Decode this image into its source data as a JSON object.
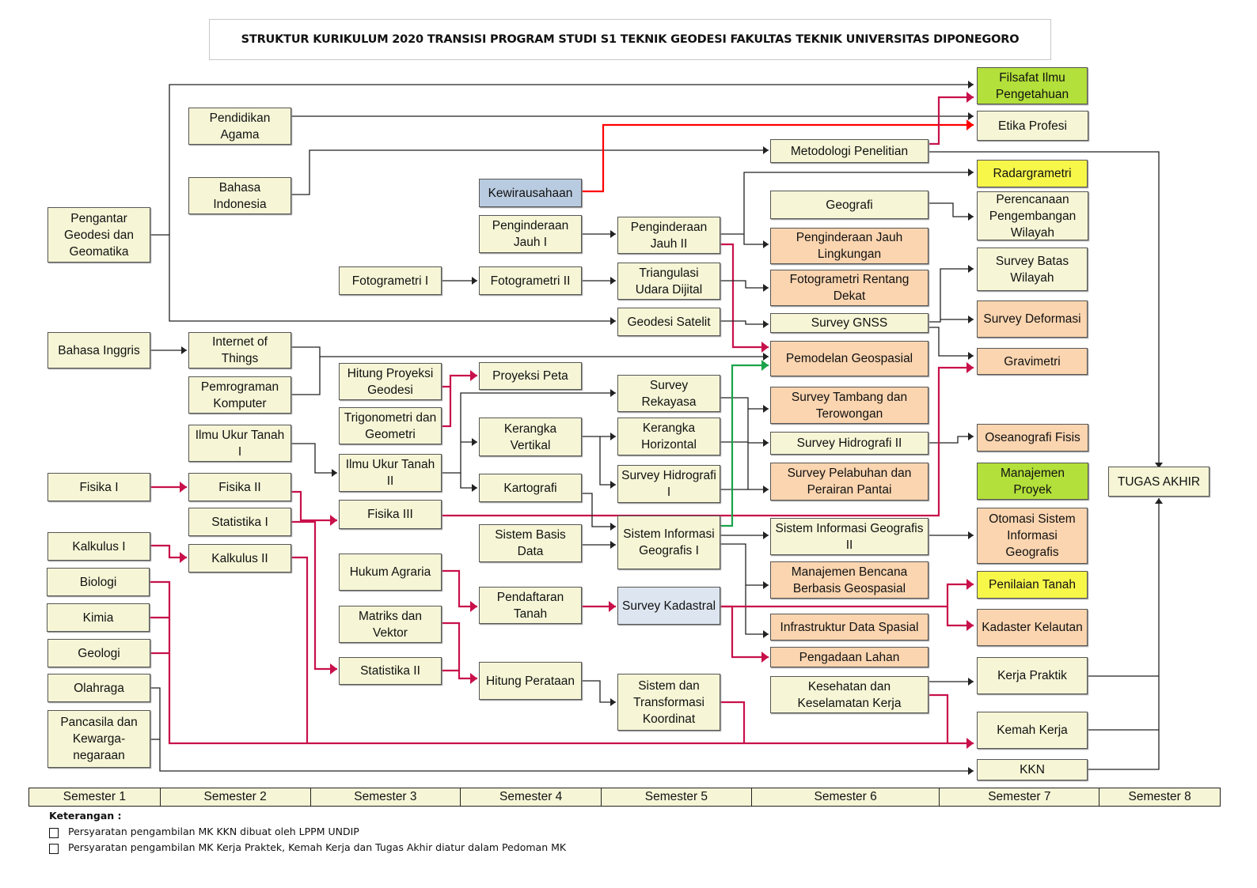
{
  "title": "STRUKTUR KURIKULUM 2020 TRANSISI PROGRAM STUDI S1 TEKNIK GEODESI FAKULTAS TEKNIK UNIVERSITAS DIPONEGORO",
  "colors": {
    "standard": "#f6f6d7",
    "elective_orange": "#fbd5b0",
    "lime": "#b3e03a",
    "yellow": "#f7f74a",
    "blue": "#b9cbe0",
    "light_blue": "#dde6f0",
    "wire_black": "#222222",
    "wire_crimson": "#c8104a",
    "wire_red": "#ff0000",
    "wire_green": "#1aa34a"
  },
  "courses": [
    {
      "id": "pgg",
      "label": "Pengantar Geodesi dan Geomatika",
      "color": "standard",
      "semester": 1
    },
    {
      "id": "bing",
      "label": "Bahasa Inggris",
      "color": "standard",
      "semester": 1
    },
    {
      "id": "fis1",
      "label": "Fisika I",
      "color": "standard",
      "semester": 1
    },
    {
      "id": "kal1",
      "label": "Kalkulus I",
      "color": "standard",
      "semester": 1
    },
    {
      "id": "bio",
      "label": "Biologi",
      "color": "standard",
      "semester": 1
    },
    {
      "id": "kim",
      "label": "Kimia",
      "color": "standard",
      "semester": 1
    },
    {
      "id": "geol",
      "label": "Geologi",
      "color": "standard",
      "semester": 1
    },
    {
      "id": "olah",
      "label": "Olahraga",
      "color": "standard",
      "semester": 1
    },
    {
      "id": "panc",
      "label": "Pancasila dan Kewarga-negaraan",
      "color": "standard",
      "semester": 1
    },
    {
      "id": "agama",
      "label": "Pendidikan Agama",
      "color": "standard",
      "semester": 2
    },
    {
      "id": "bind",
      "label": "Bahasa Indonesia",
      "color": "standard",
      "semester": 2
    },
    {
      "id": "iot",
      "label": "Internet of Things",
      "color": "standard",
      "semester": 2
    },
    {
      "id": "pkom",
      "label": "Pemrograman Komputer",
      "color": "standard",
      "semester": 2
    },
    {
      "id": "iut1",
      "label": "Ilmu Ukur Tanah I",
      "color": "standard",
      "semester": 2
    },
    {
      "id": "fis2",
      "label": "Fisika II",
      "color": "standard",
      "semester": 2
    },
    {
      "id": "stat1",
      "label": "Statistika I",
      "color": "standard",
      "semester": 2
    },
    {
      "id": "kal2",
      "label": "Kalkulus II",
      "color": "standard",
      "semester": 2
    },
    {
      "id": "foto1",
      "label": "Fotogrametri I",
      "color": "standard",
      "semester": 3
    },
    {
      "id": "hpg",
      "label": "Hitung Proyeksi Geodesi",
      "color": "standard",
      "semester": 3
    },
    {
      "id": "trig",
      "label": "Trigonometri dan Geometri",
      "color": "standard",
      "semester": 3
    },
    {
      "id": "iut2",
      "label": "Ilmu Ukur Tanah II",
      "color": "standard",
      "semester": 3
    },
    {
      "id": "fis3",
      "label": "Fisika III",
      "color": "standard",
      "semester": 3
    },
    {
      "id": "hagr",
      "label": "Hukum Agraria",
      "color": "standard",
      "semester": 3
    },
    {
      "id": "matv",
      "label": "Matriks dan Vektor",
      "color": "standard",
      "semester": 3
    },
    {
      "id": "stat2",
      "label": "Statistika II",
      "color": "standard",
      "semester": 3
    },
    {
      "id": "kwu",
      "label": "Kewirausahaan",
      "color": "blue",
      "semester": 4
    },
    {
      "id": "pj1",
      "label": "Penginderaan Jauh I",
      "color": "standard",
      "semester": 4
    },
    {
      "id": "foto2",
      "label": "Fotogrametri II",
      "color": "standard",
      "semester": 4
    },
    {
      "id": "propeta",
      "label": "Proyeksi Peta",
      "color": "standard",
      "semester": 4
    },
    {
      "id": "kvert",
      "label": "Kerangka Vertikal",
      "color": "standard",
      "semester": 4
    },
    {
      "id": "karto",
      "label": "Kartografi",
      "color": "standard",
      "semester": 4
    },
    {
      "id": "sbd",
      "label": "Sistem Basis Data",
      "color": "standard",
      "semester": 4
    },
    {
      "id": "pdft",
      "label": "Pendaftaran Tanah",
      "color": "standard",
      "semester": 4
    },
    {
      "id": "hper",
      "label": "Hitung Perataan",
      "color": "standard",
      "semester": 4
    },
    {
      "id": "pj2",
      "label": "Penginderaan Jauh II",
      "color": "standard",
      "semester": 5
    },
    {
      "id": "tud",
      "label": "Triangulasi Udara Dijital",
      "color": "standard",
      "semester": 5
    },
    {
      "id": "gsat",
      "label": "Geodesi Satelit",
      "color": "standard",
      "semester": 5
    },
    {
      "id": "srek",
      "label": "Survey Rekayasa",
      "color": "standard",
      "semester": 5
    },
    {
      "id": "khor",
      "label": "Kerangka Horizontal",
      "color": "standard",
      "semester": 5
    },
    {
      "id": "shid1",
      "label": "Survey Hidrografi I",
      "color": "standard",
      "semester": 5
    },
    {
      "id": "sig1",
      "label": "Sistem Informasi Geografis I",
      "color": "standard",
      "semester": 5
    },
    {
      "id": "skad",
      "label": "Survey Kadastral",
      "color": "light_blue",
      "semester": 5
    },
    {
      "id": "stk",
      "label": "Sistem dan Transformasi Koordinat",
      "color": "standard",
      "semester": 5
    },
    {
      "id": "metpen",
      "label": "Metodologi Penelitian",
      "color": "standard",
      "semester": 6
    },
    {
      "id": "geog",
      "label": "Geografi",
      "color": "standard",
      "semester": 6
    },
    {
      "id": "pjl",
      "label": "Penginderaan Jauh Lingkungan",
      "color": "elective_orange",
      "semester": 6
    },
    {
      "id": "frd",
      "label": "Fotogrametri Rentang Dekat",
      "color": "elective_orange",
      "semester": 6
    },
    {
      "id": "sgnss",
      "label": "Survey GNSS",
      "color": "standard",
      "semester": 6
    },
    {
      "id": "pgeo",
      "label": "Pemodelan Geospasial",
      "color": "elective_orange",
      "semester": 6
    },
    {
      "id": "stt",
      "label": "Survey Tambang dan Terowongan",
      "color": "elective_orange",
      "semester": 6
    },
    {
      "id": "shid2",
      "label": "Survey Hidrografi II",
      "color": "standard",
      "semester": 6
    },
    {
      "id": "spp",
      "label": "Survey Pelabuhan dan Perairan Pantai",
      "color": "elective_orange",
      "semester": 6
    },
    {
      "id": "sig2",
      "label": "Sistem Informasi Geografis II",
      "color": "standard",
      "semester": 6
    },
    {
      "id": "mbbg",
      "label": "Manajemen Bencana Berbasis Geospasial",
      "color": "elective_orange",
      "semester": 6
    },
    {
      "id": "ids",
      "label": "Infrastruktur Data Spasial",
      "color": "elective_orange",
      "semester": 6
    },
    {
      "id": "plahan",
      "label": "Pengadaan Lahan",
      "color": "elective_orange",
      "semester": 6
    },
    {
      "id": "k3",
      "label": "Kesehatan dan Keselamatan Kerja",
      "color": "standard",
      "semester": 6
    },
    {
      "id": "fip",
      "label": "Filsafat Ilmu Pengetahuan",
      "color": "lime",
      "semester": 7
    },
    {
      "id": "etika",
      "label": "Etika Profesi",
      "color": "standard",
      "semester": 7
    },
    {
      "id": "radar",
      "label": "Radargrametri",
      "color": "yellow",
      "semester": 7
    },
    {
      "id": "ppw",
      "label": "Perencanaan Pengembangan Wilayah",
      "color": "standard",
      "semester": 7
    },
    {
      "id": "sbw",
      "label": "Survey Batas Wilayah",
      "color": "standard",
      "semester": 7
    },
    {
      "id": "sdef",
      "label": "Survey Deformasi",
      "color": "elective_orange",
      "semester": 7
    },
    {
      "id": "grav",
      "label": "Gravimetri",
      "color": "elective_orange",
      "semester": 7
    },
    {
      "id": "oseano",
      "label": "Oseanografi Fisis",
      "color": "elective_orange",
      "semester": 7
    },
    {
      "id": "manpro",
      "label": "Manajemen Proyek",
      "color": "lime",
      "semester": 7
    },
    {
      "id": "osig",
      "label": "Otomasi Sistem Informasi Geografis",
      "color": "elective_orange",
      "semester": 7
    },
    {
      "id": "pnt",
      "label": "Penilaian Tanah",
      "color": "yellow",
      "semester": 7
    },
    {
      "id": "kadkel",
      "label": "Kadaster Kelautan",
      "color": "elective_orange",
      "semester": 7
    },
    {
      "id": "kp",
      "label": "Kerja Praktik",
      "color": "standard",
      "semester": 7
    },
    {
      "id": "kk",
      "label": "Kemah Kerja",
      "color": "standard",
      "semester": 7
    },
    {
      "id": "kkn",
      "label": "KKN",
      "color": "standard",
      "semester": 7
    },
    {
      "id": "ta",
      "label": "TUGAS AKHIR",
      "color": "standard",
      "semester": 8
    }
  ],
  "semesters": [
    "Semester 1",
    "Semester 2",
    "Semester 3",
    "Semester 4",
    "Semester 5",
    "Semester 6",
    "Semester 7",
    "Semester 8"
  ],
  "legend": {
    "title": "Keterangan :",
    "items": [
      "Persyaratan pengambilan MK KKN dibuat oleh LPPM UNDIP",
      "Persyaratan pengambilan MK Kerja Praktek, Kemah Kerja dan Tugas Akhir diatur dalam Pedoman MK"
    ]
  },
  "prerequisites": [
    {
      "from": "pgg",
      "to": "fip",
      "type": "black"
    },
    {
      "from": "pgg",
      "to": "gsat",
      "type": "black"
    },
    {
      "from": "agama",
      "to": "etika",
      "type": "black"
    },
    {
      "from": "bind",
      "to": "metpen",
      "type": "black"
    },
    {
      "from": "kwu",
      "to": "etika",
      "type": "red"
    },
    {
      "from": "metpen",
      "to": "fip",
      "type": "crimson"
    },
    {
      "from": "metpen",
      "to": "ta",
      "type": "black"
    },
    {
      "from": "pj1",
      "to": "pj2",
      "type": "black"
    },
    {
      "from": "pj2",
      "to": "radar",
      "type": "black"
    },
    {
      "from": "pj2",
      "to": "pjl",
      "type": "black"
    },
    {
      "from": "pj2",
      "to": "pgeo",
      "type": "crimson"
    },
    {
      "from": "geog",
      "to": "ppw",
      "type": "black"
    },
    {
      "from": "foto1",
      "to": "foto2",
      "type": "black"
    },
    {
      "from": "foto2",
      "to": "tud",
      "type": "black"
    },
    {
      "from": "tud",
      "to": "frd",
      "type": "black"
    },
    {
      "from": "gsat",
      "to": "sgnss",
      "type": "black"
    },
    {
      "from": "sgnss",
      "to": "sbw",
      "type": "black"
    },
    {
      "from": "sgnss",
      "to": "sdef",
      "type": "black"
    },
    {
      "from": "sgnss",
      "to": "grav",
      "type": "black"
    },
    {
      "from": "bing",
      "to": "iot",
      "type": "black"
    },
    {
      "from": "iot",
      "to": "pgeo",
      "type": "black"
    },
    {
      "from": "pkom",
      "to": "pgeo",
      "type": "black"
    },
    {
      "from": "hpg",
      "to": "propeta",
      "type": "crimson"
    },
    {
      "from": "trig",
      "to": "propeta",
      "type": "crimson"
    },
    {
      "from": "iut1",
      "to": "iut2",
      "type": "black"
    },
    {
      "from": "iut2",
      "to": "srek",
      "type": "black"
    },
    {
      "from": "iut2",
      "to": "kvert",
      "type": "black"
    },
    {
      "from": "iut2",
      "to": "karto",
      "type": "black"
    },
    {
      "from": "kvert",
      "to": "khor",
      "type": "black"
    },
    {
      "from": "kvert",
      "to": "shid1",
      "type": "black"
    },
    {
      "from": "srek",
      "to": "stt",
      "type": "black"
    },
    {
      "from": "khor",
      "to": "stt",
      "type": "black"
    },
    {
      "from": "shid1",
      "to": "shid2",
      "type": "black"
    },
    {
      "from": "shid1",
      "to": "spp",
      "type": "black"
    },
    {
      "from": "shid2",
      "to": "oseano",
      "type": "black"
    },
    {
      "from": "fis1",
      "to": "fis2",
      "type": "crimson"
    },
    {
      "from": "fis2",
      "to": "fis3",
      "type": "crimson"
    },
    {
      "from": "fis3",
      "to": "grav",
      "type": "crimson"
    },
    {
      "from": "karto",
      "to": "sig1",
      "type": "black"
    },
    {
      "from": "sbd",
      "to": "sig1",
      "type": "black"
    },
    {
      "from": "sig1",
      "to": "pgeo",
      "type": "green"
    },
    {
      "from": "sig1",
      "to": "sig2",
      "type": "black"
    },
    {
      "from": "sig1",
      "to": "mbbg",
      "type": "black"
    },
    {
      "from": "sig1",
      "to": "ids",
      "type": "black"
    },
    {
      "from": "sig2",
      "to": "osig",
      "type": "black"
    },
    {
      "from": "kal1",
      "to": "kal2",
      "type": "crimson"
    },
    {
      "from": "stat1",
      "to": "stat2",
      "type": "crimson"
    },
    {
      "from": "kal2",
      "to": "kk",
      "type": "crimson"
    },
    {
      "from": "hagr",
      "to": "pdft",
      "type": "crimson"
    },
    {
      "from": "pdft",
      "to": "skad",
      "type": "crimson"
    },
    {
      "from": "skad",
      "to": "pnt",
      "type": "crimson"
    },
    {
      "from": "skad",
      "to": "kadkel",
      "type": "crimson"
    },
    {
      "from": "skad",
      "to": "plahan",
      "type": "crimson"
    },
    {
      "from": "matv",
      "to": "hper",
      "type": "crimson"
    },
    {
      "from": "stat2",
      "to": "hper",
      "type": "crimson"
    },
    {
      "from": "hper",
      "to": "stk",
      "type": "black"
    },
    {
      "from": "stk",
      "to": "kk",
      "type": "crimson"
    },
    {
      "from": "bio",
      "to": "kk",
      "type": "crimson"
    },
    {
      "from": "kim",
      "to": "kk",
      "type": "crimson"
    },
    {
      "from": "geol",
      "to": "kk",
      "type": "crimson"
    },
    {
      "from": "k3",
      "to": "kp",
      "type": "black"
    },
    {
      "from": "k3",
      "to": "kk",
      "type": "crimson"
    },
    {
      "from": "olah",
      "to": "kkn",
      "type": "black"
    },
    {
      "from": "panc",
      "to": "kkn",
      "type": "black"
    },
    {
      "from": "kp",
      "to": "ta",
      "type": "black"
    },
    {
      "from": "kk",
      "to": "ta",
      "type": "black"
    },
    {
      "from": "kkn",
      "to": "ta",
      "type": "black"
    }
  ]
}
